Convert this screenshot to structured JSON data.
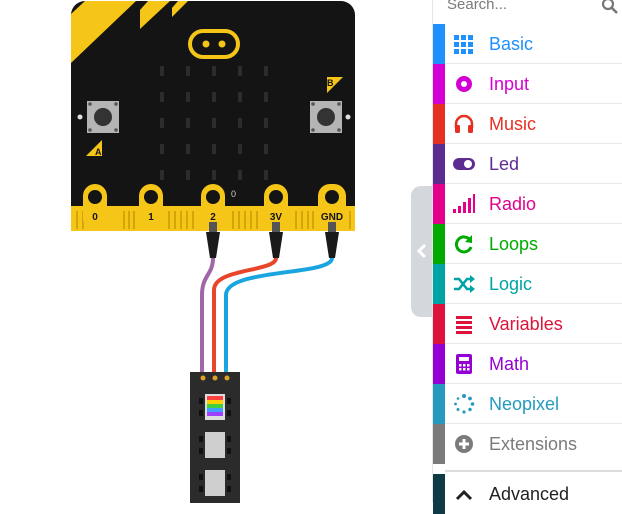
{
  "toolbox": {
    "search": {
      "placeholder": "Search..."
    },
    "categories": [
      {
        "label": "Basic",
        "color": "#1e90ff",
        "icon": "grid-icon"
      },
      {
        "label": "Input",
        "color": "#d400d4",
        "icon": "circle-dot-icon"
      },
      {
        "label": "Music",
        "color": "#e63022",
        "icon": "headphones-icon"
      },
      {
        "label": "Led",
        "color": "#5c2d91",
        "icon": "toggle-icon"
      },
      {
        "label": "Radio",
        "color": "#e3008c",
        "icon": "signal-bars-icon"
      },
      {
        "label": "Loops",
        "color": "#00aa00",
        "icon": "refresh-icon"
      },
      {
        "label": "Logic",
        "color": "#00a4a6",
        "icon": "shuffle-icon"
      },
      {
        "label": "Variables",
        "color": "#dc143c",
        "icon": "list-icon"
      },
      {
        "label": "Math",
        "color": "#9400d3",
        "icon": "calculator-icon"
      },
      {
        "label": "Neopixel",
        "color": "#2699bf",
        "icon": "dotted-circle-icon"
      },
      {
        "label": "Extensions",
        "color": "#7b7b7b",
        "icon": "plus-circle-icon"
      }
    ],
    "advanced": {
      "label": "Advanced",
      "color": "#0f3b47",
      "icon": "chevron-up-icon"
    }
  },
  "simulator": {
    "board": {
      "button_a": "A",
      "button_b": "B",
      "pins": [
        "0",
        "1",
        "2",
        "3V",
        "GND"
      ],
      "pin2_value": "0",
      "body_color": "#141414",
      "accent_color": "#f5c518",
      "wire_colors": [
        "#a066a8",
        "#e8452a",
        "#1aa5e0"
      ]
    }
  }
}
